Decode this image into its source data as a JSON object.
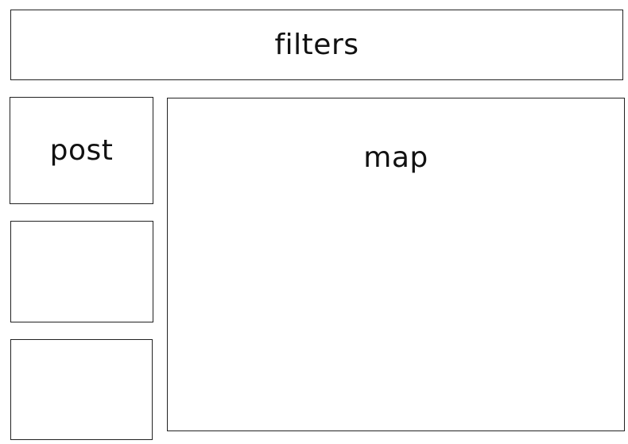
{
  "filters": {
    "label": "filters"
  },
  "posts": [
    {
      "label": "post"
    },
    {
      "label": ""
    },
    {
      "label": ""
    }
  ],
  "map": {
    "label": "map"
  },
  "colors": {
    "border": "#222222",
    "background": "#ffffff",
    "text": "#111111"
  }
}
